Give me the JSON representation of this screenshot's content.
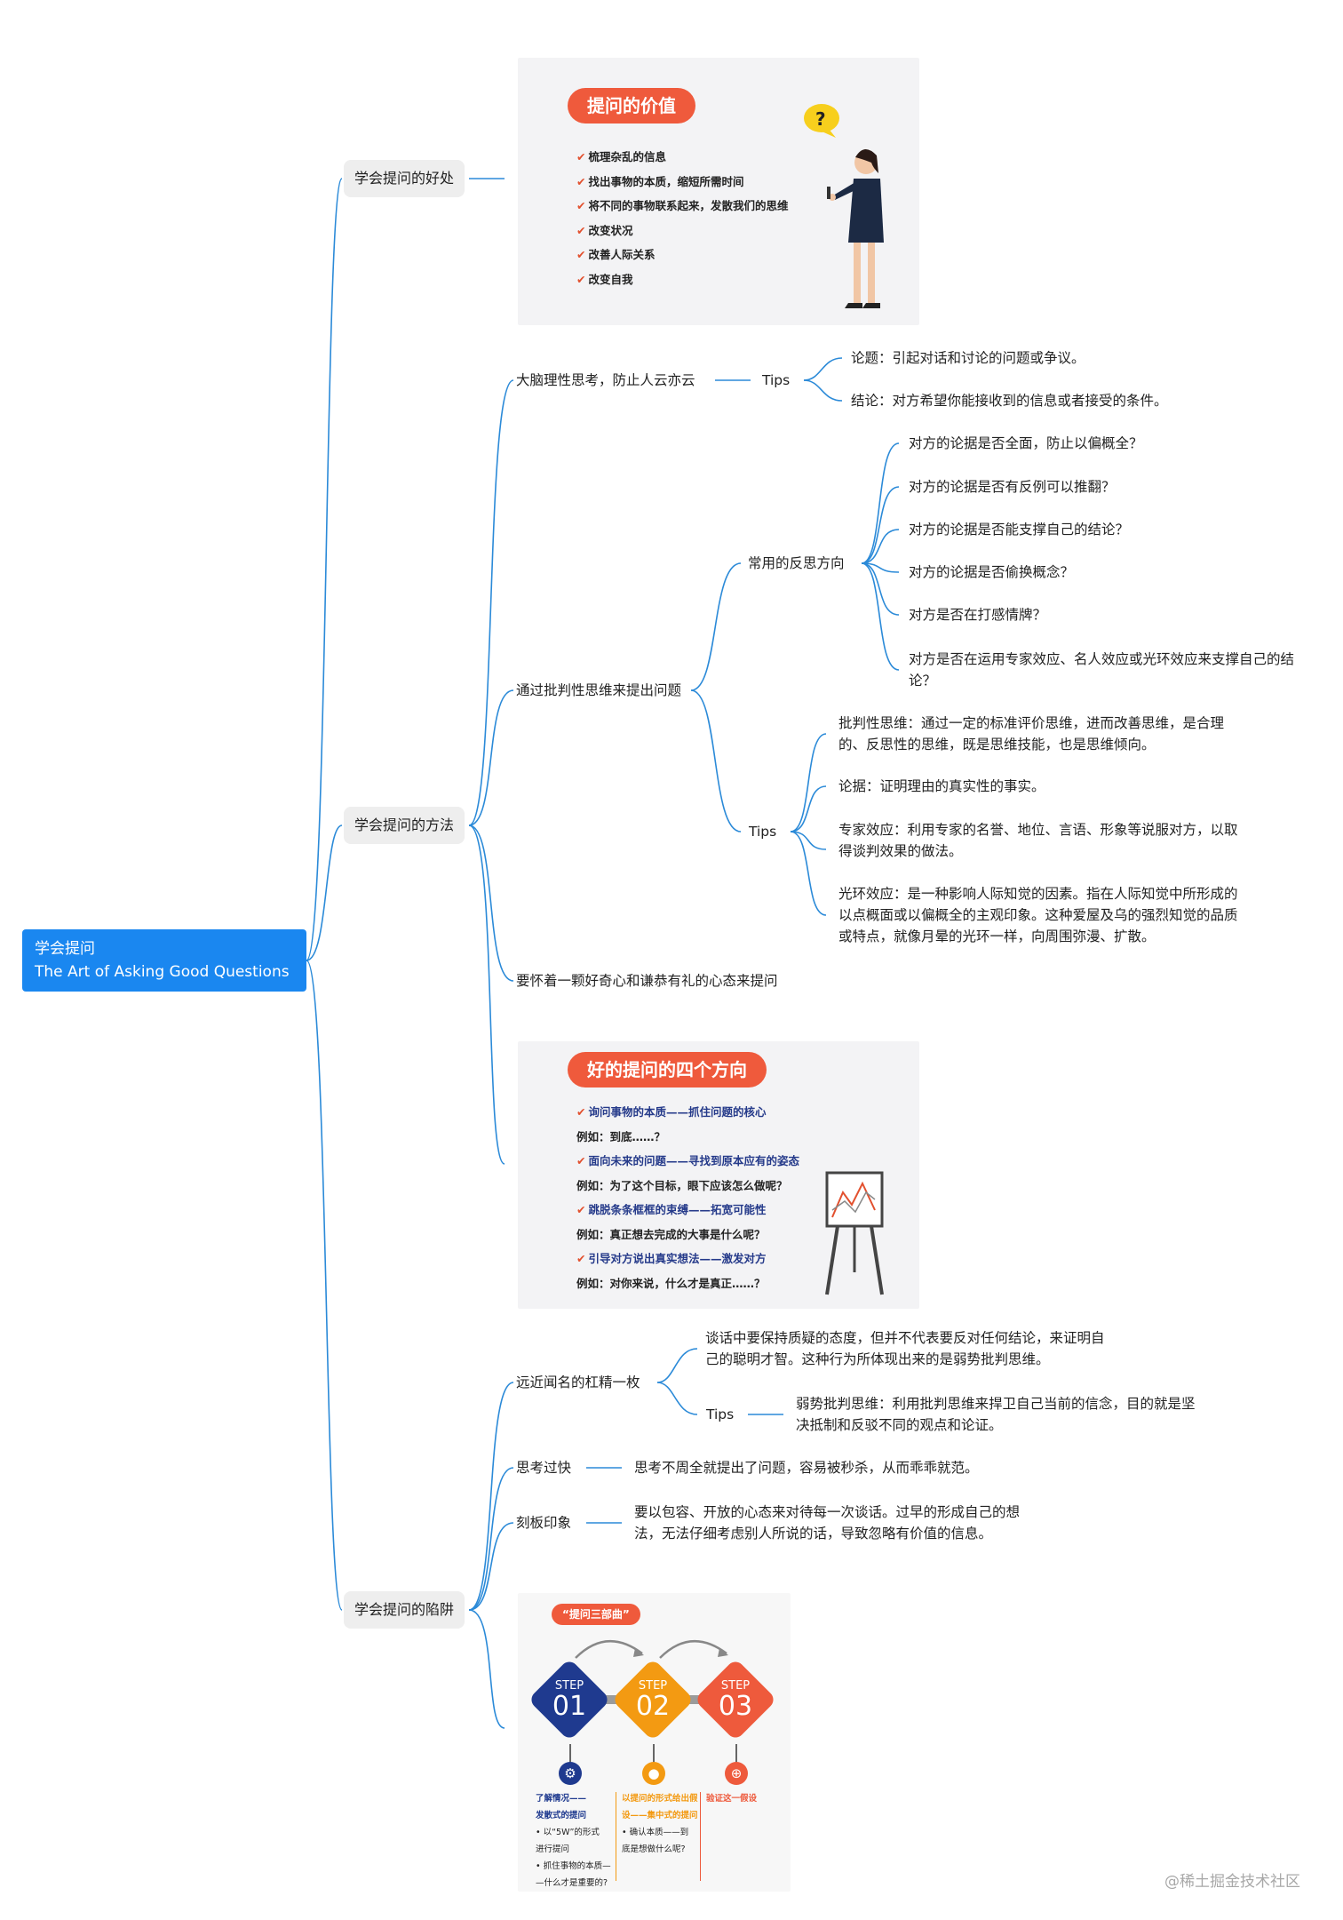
{
  "root": {
    "line1": "学会提问",
    "line2": "The Art of Asking Good Questions"
  },
  "branches": {
    "benefits": {
      "label": "学会提问的好处"
    },
    "methods": {
      "label": "学会提问的方法"
    },
    "traps": {
      "label": "学会提问的陷阱"
    }
  },
  "card_value": {
    "title": "提问的价值",
    "items": [
      "梳理杂乱的信息",
      "找出事物的本质，缩短所需时间",
      "将不同的事物联系起来，发散我们的思维",
      "改变状况",
      "改善人际关系",
      "改变自我"
    ],
    "bubble": "?"
  },
  "methods": {
    "rational": {
      "label": "大脑理性思考，防止人云亦云",
      "tips_label": "Tips",
      "tips": [
        "论题：引起对话和讨论的问题或争议。",
        "结论：对方希望你能接收到的信息或者接受的条件。"
      ]
    },
    "critical": {
      "label": "通过批判性思维来提出问题",
      "reflect_label": "常用的反思方向",
      "reflect": [
        "对方的论据是否全面，防止以偏概全？",
        "对方的论据是否有反例可以推翻？",
        "对方的论据是否能支撑自己的结论？",
        "对方的论据是否偷换概念？",
        "对方是否在打感情牌？",
        "对方是否在运用专家效应、名人效应或光环效应来支撑自己的结论？"
      ],
      "tips_label": "Tips",
      "tips": [
        "批判性思维：通过一定的标准评价思维，进而改善思维，是合理的、反思性的思维，既是思维技能，也是思维倾向。",
        "论据：证明理由的真实性的事实。",
        "专家效应：利用专家的名誉、地位、言语、形象等说服对方，以取得谈判效果的做法。",
        "光环效应：是一种影响人际知觉的因素。指在人际知觉中所形成的以点概面或以偏概全的主观印象。这种爱屋及乌的强烈知觉的品质或特点，就像月晕的光环一样，向周围弥漫、扩散。"
      ]
    },
    "curious": {
      "label": "要怀着一颗好奇心和谦恭有礼的心态来提问"
    }
  },
  "card_four": {
    "title": "好的提问的四个方向",
    "lines": [
      {
        "text": "询问事物的本质——抓住问题的核心",
        "check": true
      },
      {
        "text": "例如：到底……？",
        "check": false
      },
      {
        "text": "面向未来的问题——寻找到原本应有的姿态",
        "check": true
      },
      {
        "text": "例如：为了这个目标，眼下应该怎么做呢？",
        "check": false
      },
      {
        "text": "跳脱条条框框的束缚——拓宽可能性",
        "check": true
      },
      {
        "text": "例如：真正想去完成的大事是什么呢？",
        "check": false
      },
      {
        "text": "引导对方说出真实想法——激发对方",
        "check": true
      },
      {
        "text": "例如：对你来说，什么才是真正……？",
        "check": false
      }
    ]
  },
  "traps": {
    "contrarian": {
      "label": "远近闻名的杠精一枚",
      "desc": "谈话中要保持质疑的态度，但并不代表要反对任何结论，来证明自己的聪明才智。这种行为所体现出来的是弱势批判思维。",
      "tips_label": "Tips",
      "tip": "弱势批判思维：利用批判思维来捍卫自己当前的信念，目的就是坚决抵制和反驳不同的观点和论证。"
    },
    "fast": {
      "label": "思考过快",
      "desc": "思考不周全就提出了问题，容易被秒杀，从而乖乖就范。"
    },
    "stereotype": {
      "label": "刻板印象",
      "desc": "要以包容、开放的心态来对待每一次谈话。过早的形成自己的想法，无法仔细考虑别人所说的话，导致忽略有价值的信息。"
    }
  },
  "card_steps": {
    "title": "“提问三部曲”",
    "steps": [
      {
        "word": "STEP",
        "num": "01",
        "color": "#1f3a8f"
      },
      {
        "word": "STEP",
        "num": "02",
        "color": "#f39a12"
      },
      {
        "word": "STEP",
        "num": "03",
        "color": "#ee5a3c"
      }
    ],
    "col1": [
      "了解情况——",
      "发散式的提问",
      "• 以“5W”的形式",
      "进行提问",
      "• 抓住事物的本质—",
      "—什么才是重要的?"
    ],
    "col2": [
      "以提问的形式给出假",
      "设——集中式的提问",
      "• 确认本质——到",
      "底是想做什么呢?"
    ],
    "col3": [
      "验证这一假设"
    ],
    "icons": [
      "gear-icon",
      "map-pin-icon",
      "globe-icon"
    ]
  },
  "watermark": "@稀土掘金技术社区",
  "colors": {
    "root": "#1a87f0",
    "line": "#2b8ad8",
    "badge": "#ef5a3c",
    "step1": "#1f3a8f",
    "step2": "#f39a12",
    "step3": "#ee5a3c"
  }
}
